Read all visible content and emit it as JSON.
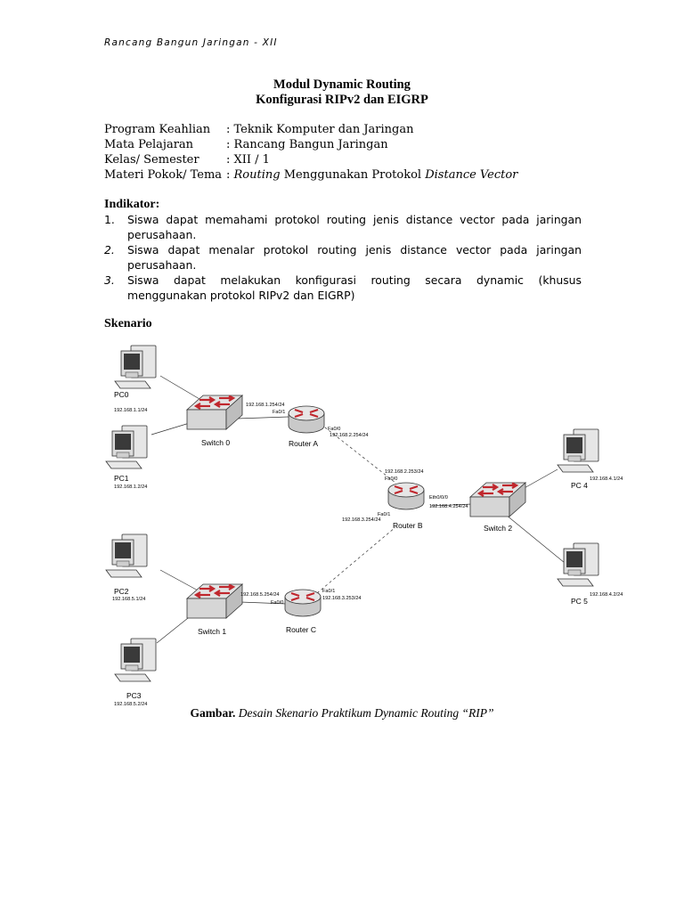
{
  "header": {
    "running": "Rancang Bangun Jaringan - XII"
  },
  "title": {
    "line1": "Modul Dynamic Routing",
    "line2": "Konfigurasi RIPv2 dan EIGRP"
  },
  "info": [
    {
      "label": "Program Keahlian",
      "value": ": Teknik Komputer dan Jaringan"
    },
    {
      "label": "Mata Pelajaran",
      "value": ": Rancang Bangun Jaringan"
    },
    {
      "label": "Kelas/ Semester",
      "value": ": XII / 1"
    },
    {
      "label": "Materi Pokok/ Tema",
      "value_prefix": ": ",
      "value_italic1": "Routing",
      "value_mid": " Menggunakan Protokol ",
      "value_italic2": "Distance Vector"
    }
  ],
  "indikator": {
    "heading": "Indikator:",
    "items": [
      {
        "num": "1.",
        "line1": "Siswa dapat memahami protokol routing jenis distance vector pada jaringan",
        "line2": "perusahaan."
      },
      {
        "num": "2.",
        "line1": "Siswa dapat menalar protokol routing jenis distance vector pada jaringan",
        "line2": "perusahaan."
      },
      {
        "num": "3.",
        "line1": "Siswa dapat melakukan konfigurasi routing secara dynamic (khusus",
        "line2": "menggunakan protokol RIPv2 dan EIGRP)"
      }
    ]
  },
  "skenario": {
    "heading": "Skenario"
  },
  "diagram": {
    "devices": {
      "pc0": {
        "name": "PC0",
        "ip": "192.168.1.1/24"
      },
      "pc1": {
        "name": "PC1",
        "ip": "192.168.1.2/24"
      },
      "pc2": {
        "name": "PC2",
        "ip": "192.168.5.1/24"
      },
      "pc3": {
        "name": "PC3",
        "ip": "192.168.5.2/24"
      },
      "pc4": {
        "name": "PC 4",
        "ip": "192.168.4.1/24"
      },
      "pc5": {
        "name": "PC 5",
        "ip": "192.168.4.2/24"
      },
      "switch0": {
        "name": "Switch 0"
      },
      "switch1": {
        "name": "Switch 1"
      },
      "switch2": {
        "name": "Switch 2"
      },
      "routerA": {
        "name": "Router A"
      },
      "routerB": {
        "name": "Router B"
      },
      "routerC": {
        "name": "Router C"
      }
    },
    "labels": {
      "ra_lan_ip": "192.168.1.254/24",
      "ra_fa01": "Fa0/1",
      "ra_fa00": "Fa0/0",
      "ra_wan_ip": "192.168.2.254/24",
      "rb_top_ip": "192.168.2.253/24",
      "rb_fa00": "Fa0/0",
      "rb_eth": "Eth0/0/0",
      "rb_lan_ip": "192.168.4.254/24",
      "rb_fa01": "Fa0/1",
      "rb_bottom_ip": "192.168.3.254/24",
      "rc_lan_ip": "192.168.5.254/24",
      "rc_fa00": "Fa0/0",
      "rc_fa01": "Fa0/1",
      "rc_wan_ip": "192.168.3.253/24"
    }
  },
  "caption": {
    "prefix": "Gambar. ",
    "italic": "Desain Skenario Praktikum Dynamic Routing “RIP”"
  },
  "colors": {
    "device_red": "#c0272d",
    "device_gray": "#9a9a9a"
  }
}
